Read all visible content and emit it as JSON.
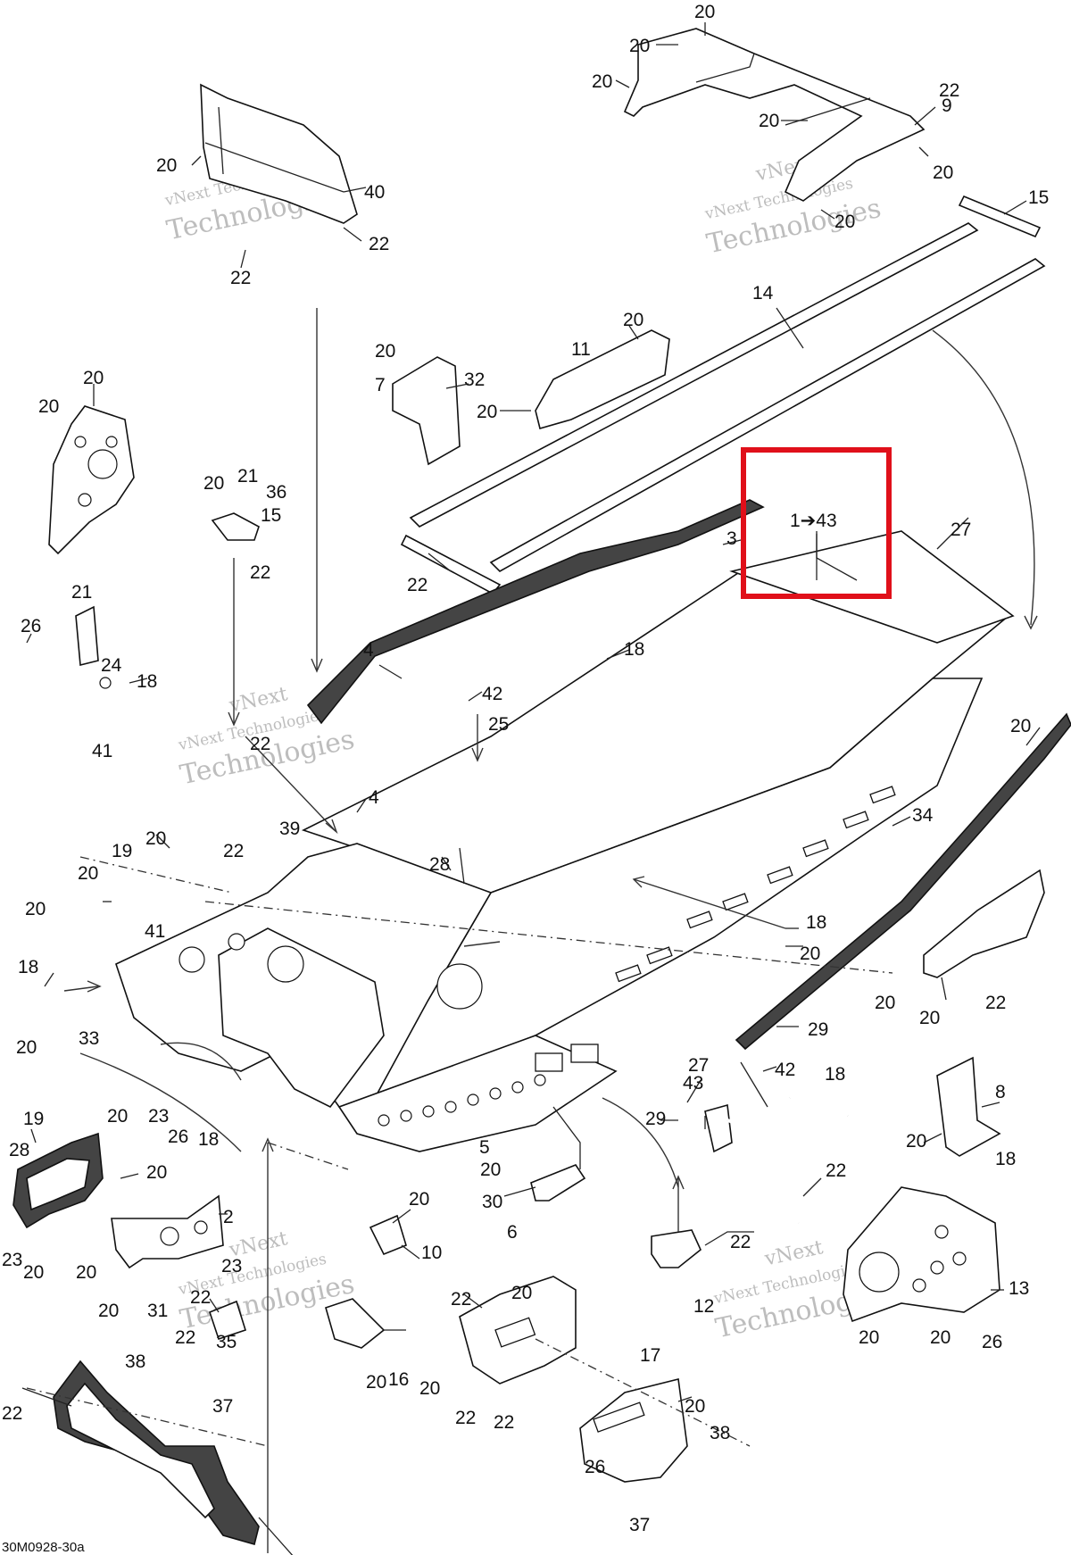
{
  "diagram": {
    "drawing_code": "30M0928-30a",
    "highlight_label": "1➔43",
    "watermark": {
      "line1": "vNext",
      "line2": "vNext Technologies",
      "line3": "Technologies"
    },
    "callouts": [
      "20",
      "20",
      "20",
      "9",
      "20",
      "20",
      "20",
      "15",
      "14",
      "22",
      "40",
      "22",
      "22",
      "20",
      "20",
      "7",
      "32",
      "20",
      "20",
      "11",
      "20",
      "20",
      "21",
      "20",
      "21",
      "36",
      "15",
      "22",
      "22",
      "3",
      "27",
      "26",
      "24",
      "18",
      "4",
      "41",
      "18",
      "42",
      "25",
      "22",
      "20",
      "4",
      "34",
      "20",
      "19",
      "20",
      "22",
      "28",
      "20",
      "41",
      "18",
      "20",
      "39",
      "18",
      "20",
      "33",
      "20",
      "22",
      "20",
      "29",
      "20",
      "23",
      "26",
      "27",
      "43",
      "42",
      "18",
      "29",
      "18",
      "20",
      "8",
      "20",
      "18",
      "19",
      "28",
      "20",
      "5",
      "22",
      "30",
      "6",
      "20",
      "10",
      "2",
      "23",
      "20",
      "20",
      "20",
      "23",
      "31",
      "22",
      "12",
      "13",
      "22",
      "22",
      "35",
      "20",
      "16",
      "22",
      "20",
      "20",
      "20",
      "26",
      "20",
      "22",
      "22",
      "17",
      "20",
      "38",
      "38",
      "37",
      "22",
      "26",
      "37"
    ]
  }
}
